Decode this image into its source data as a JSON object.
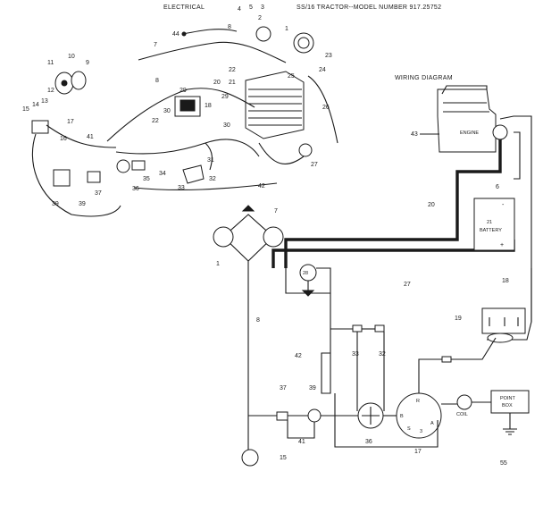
{
  "header": {
    "section": "ELECTRICAL",
    "model": "SS/16 TRACTOR--MODEL NUMBER 917.25752",
    "wiring_diagram": "WIRING DIAGRAM"
  },
  "components": {
    "engine": "ENGINE",
    "battery": "BATTERY",
    "battery_neg": "-",
    "battery_pos": "+",
    "coil": "COIL",
    "point_box_1": "POINT",
    "point_box_2": "BOX",
    "term_r": "R",
    "term_b": "B",
    "term_a": "A",
    "term_s": "S",
    "term_3": "3"
  },
  "part_labels": {
    "p1": "1",
    "p2": "2",
    "p3": "3",
    "p4": "4",
    "p5": "5",
    "p6": "6",
    "p7": "7",
    "p8a": "8",
    "p8b": "8",
    "p9": "9",
    "p10": "10",
    "p11": "11",
    "p12": "12",
    "p13": "13",
    "p14": "14",
    "p15": "15",
    "p16": "16",
    "p17": "17",
    "p18": "18",
    "p19": "19",
    "p20": "20",
    "p21": "21",
    "p22": "22",
    "p23": "23",
    "p24": "24",
    "p25": "25",
    "p26": "26",
    "p27": "27",
    "p28": "28",
    "p29": "29",
    "p30": "30",
    "p31": "31",
    "p32": "32",
    "p33": "33",
    "p34": "34",
    "p35": "35",
    "p36": "36",
    "p37": "37",
    "p39": "39",
    "p41": "41",
    "p42": "42",
    "p43": "43",
    "p44": "44"
  },
  "footer": {
    "page_code": "55"
  }
}
